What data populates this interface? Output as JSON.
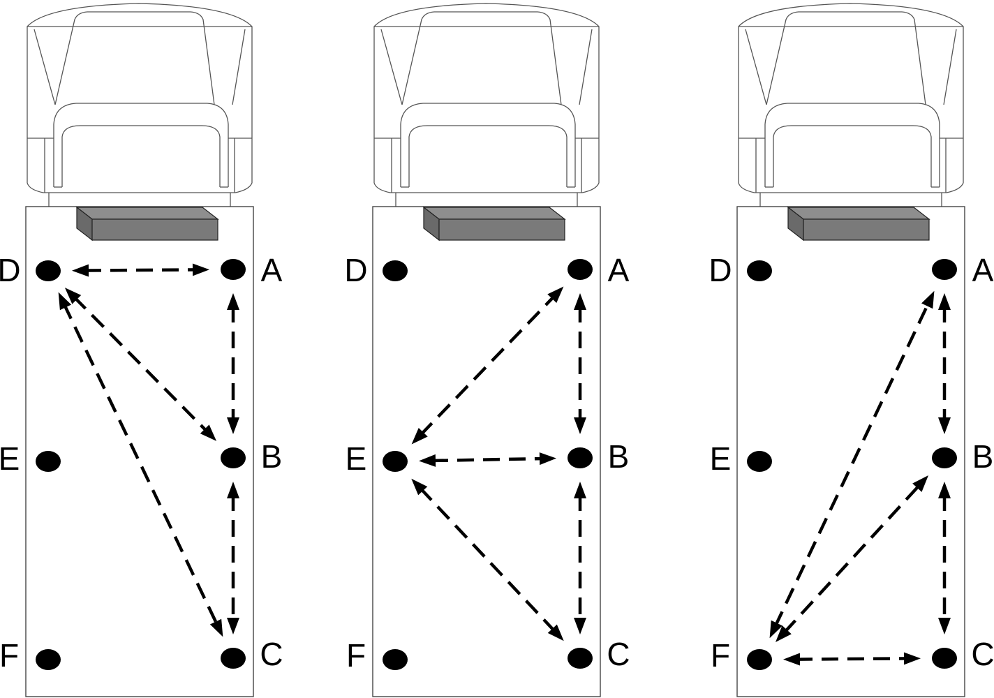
{
  "colors": {
    "dot": "#000000",
    "edge": "#000000",
    "box_fill": "#7a7a7a",
    "box_top": "#8e8e8e",
    "outline": "#555555"
  },
  "diagrams": [
    {
      "points": [
        {
          "id": "D",
          "label": "D"
        },
        {
          "id": "A",
          "label": "A"
        },
        {
          "id": "E",
          "label": "E"
        },
        {
          "id": "B",
          "label": "B"
        },
        {
          "id": "F",
          "label": "F"
        },
        {
          "id": "C",
          "label": "C"
        }
      ],
      "connections": [
        [
          "D",
          "A"
        ],
        [
          "D",
          "B"
        ],
        [
          "D",
          "C"
        ],
        [
          "A",
          "B"
        ],
        [
          "B",
          "C"
        ]
      ]
    },
    {
      "points": [
        {
          "id": "D",
          "label": "D"
        },
        {
          "id": "A",
          "label": "A"
        },
        {
          "id": "E",
          "label": "E"
        },
        {
          "id": "B",
          "label": "B"
        },
        {
          "id": "F",
          "label": "F"
        },
        {
          "id": "C",
          "label": "C"
        }
      ],
      "connections": [
        [
          "E",
          "A"
        ],
        [
          "E",
          "B"
        ],
        [
          "E",
          "C"
        ],
        [
          "A",
          "B"
        ],
        [
          "B",
          "C"
        ]
      ]
    },
    {
      "points": [
        {
          "id": "D",
          "label": "D"
        },
        {
          "id": "A",
          "label": "A"
        },
        {
          "id": "E",
          "label": "E"
        },
        {
          "id": "B",
          "label": "B"
        },
        {
          "id": "F",
          "label": "F"
        },
        {
          "id": "C",
          "label": "C"
        }
      ],
      "connections": [
        [
          "F",
          "A"
        ],
        [
          "F",
          "B"
        ],
        [
          "F",
          "C"
        ],
        [
          "A",
          "B"
        ],
        [
          "B",
          "C"
        ]
      ]
    }
  ]
}
